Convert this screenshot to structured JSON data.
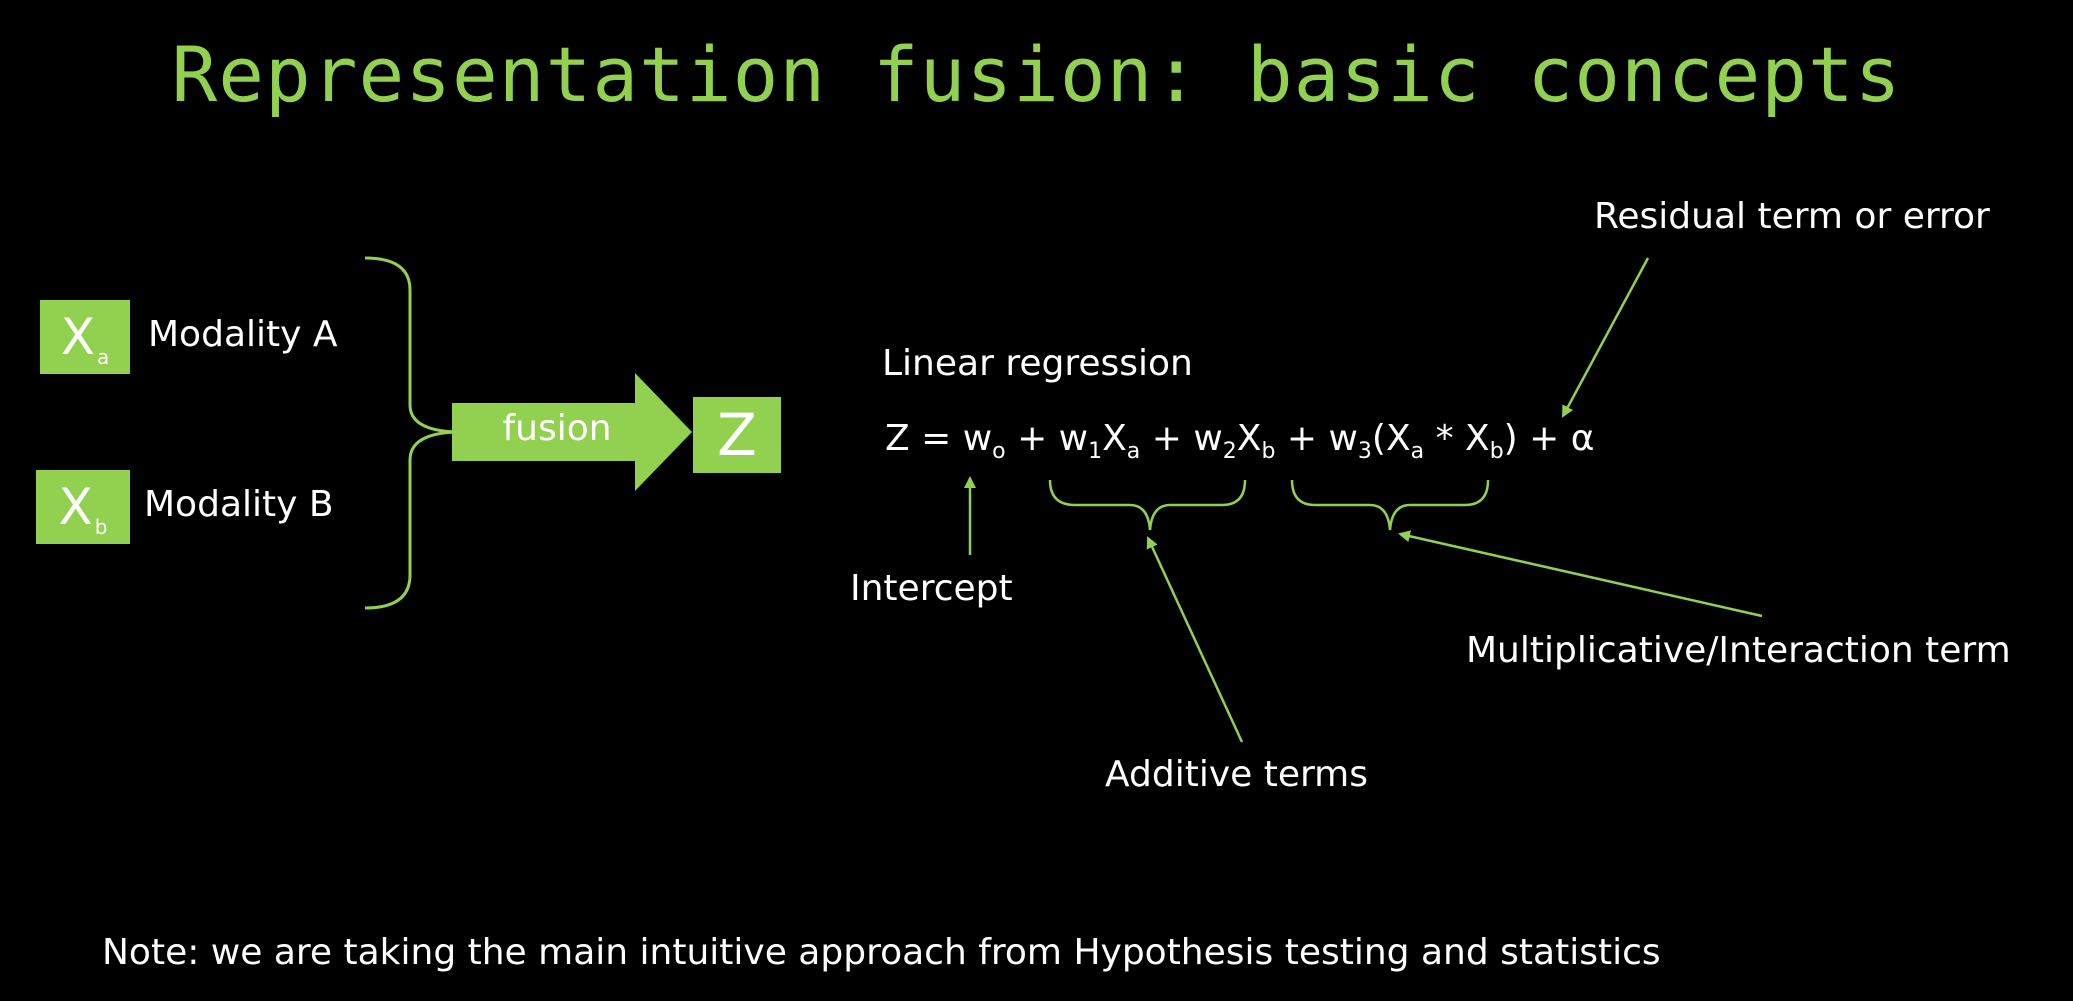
{
  "title": "Representation fusion: basic concepts",
  "inputs": {
    "a": {
      "symbol": "X",
      "subscript": "a",
      "label": "Modality A"
    },
    "b": {
      "symbol": "X",
      "subscript": "b",
      "label": "Modality B"
    }
  },
  "fusion_label": "fusion",
  "output_symbol": "Z",
  "equation": {
    "heading": "Linear regression",
    "parts": {
      "lhs": "Z = w",
      "w0_sub": "o",
      "plus1": " + w",
      "w1_sub": "1",
      "xa1": "X",
      "xa1_sub": "a",
      "plus2": " + w",
      "w2_sub": "2",
      "xb1": "X",
      "xb1_sub": "b",
      "plus3": " + w",
      "w3_sub": "3",
      "paren_open": "(X",
      "xa2_sub": "a",
      "times": " * X",
      "xb2_sub": "b",
      "tail": ") + α"
    }
  },
  "annotations": {
    "residual": "Residual term or error",
    "intercept": "Intercept",
    "additive": "Additive terms",
    "interaction": "Multiplicative/Interaction term"
  },
  "note": "Note: we are taking the main intuitive approach from Hypothesis testing and statistics",
  "colors": {
    "accent": "#92d050",
    "background": "#000000",
    "text": "#ffffff"
  }
}
